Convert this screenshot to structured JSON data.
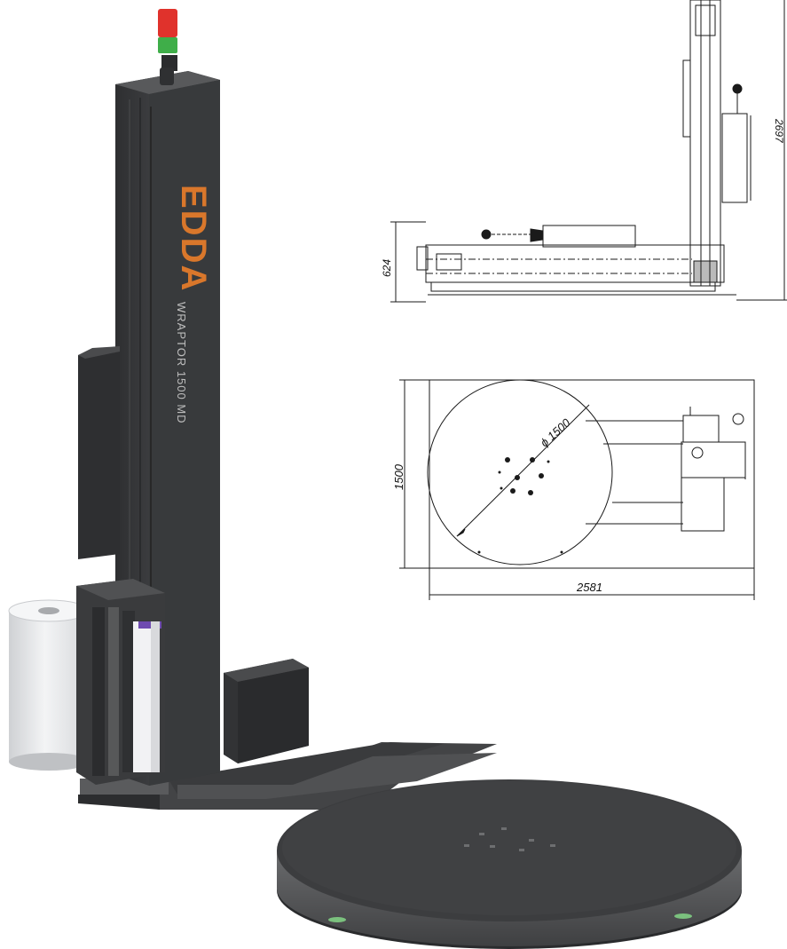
{
  "product": {
    "brand": "EDDA",
    "model": "WRAPTOR 1500 MD"
  },
  "dimensions": {
    "side_view_height": "624",
    "total_height": "2697",
    "top_view_width": "1500",
    "top_view_length": "2581",
    "turntable_diameter": "ϕ 1500"
  },
  "colors": {
    "machine_body": "#3a3b3d",
    "brand_orange": "#d9772b",
    "signal_red": "#e0322c",
    "signal_green": "#3fae49",
    "film_roll": "#e6e7e9",
    "drawing_line": "#1a1a1a"
  }
}
